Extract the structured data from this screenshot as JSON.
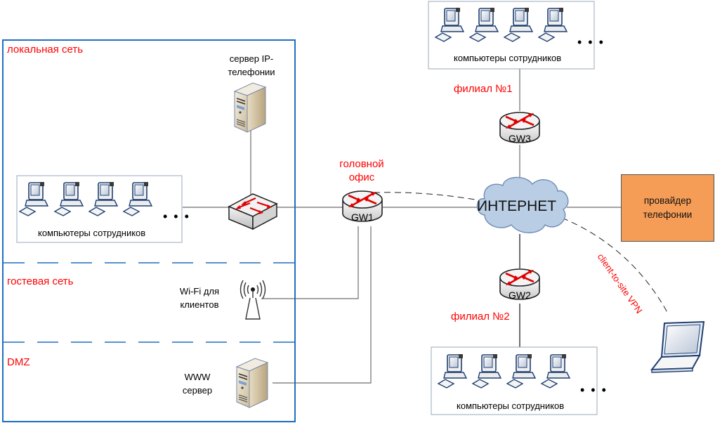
{
  "zones": {
    "local": "локальная сеть",
    "guest": "гостевая сеть",
    "dmz": "DMZ"
  },
  "nodes": {
    "ip_phone_server": "сервер IP-\nтелефонии",
    "ip_phone_server_line1": "сервер IP-",
    "ip_phone_server_line2": "телефонии",
    "wifi_line1": "Wi-Fi для",
    "wifi_line2": "клиентов",
    "www_line1": "WWW",
    "www_line2": "сервер",
    "employees_label": "компьютеры сотрудников",
    "ellipsis": "• • •",
    "gw1": "GW1",
    "gw2": "GW2",
    "gw3": "GW3",
    "internet": "ИНТЕРНЕТ",
    "provider_line1": "провайдер",
    "provider_line2": "телефонии"
  },
  "sites": {
    "head_office_line1": "головной",
    "head_office_line2": "офис",
    "branch1": "филиал №1",
    "branch2": "филиал №2"
  },
  "links": {
    "vpn_label": "client-to-site VPN"
  },
  "colors": {
    "zone_border": "#1f6fbf",
    "label_red": "#ff0000",
    "provider_fill": "#f59d56",
    "cloud_fill": "#b9cde4",
    "router_arrow": "#e00000"
  }
}
